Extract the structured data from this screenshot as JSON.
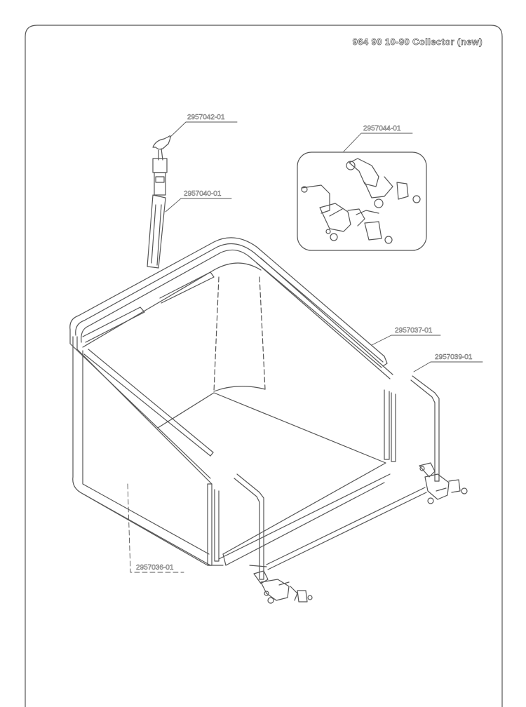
{
  "title": "964 90 10-90 Collector (new)",
  "parts": [
    {
      "id": "2957042-01"
    },
    {
      "id": "2957044-01"
    },
    {
      "id": "2957040-01"
    },
    {
      "id": "2957037-01"
    },
    {
      "id": "2957039-01"
    },
    {
      "id": "2957036-01"
    }
  ],
  "colors": {
    "line": "#555555",
    "background": "#ffffff"
  }
}
